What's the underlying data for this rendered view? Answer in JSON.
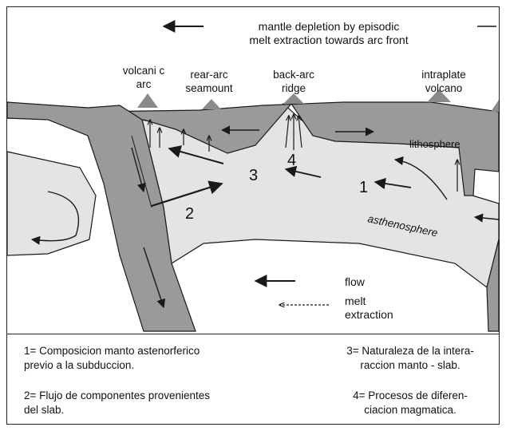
{
  "diagram": {
    "header_line1": "mantle depletion by episodic",
    "header_line2": "melt extraction towards arc front",
    "labels": {
      "volcanic_arc_1": "volcani c",
      "volcanic_arc_2": "arc",
      "rear_arc_1": "rear-arc",
      "rear_arc_2": "seamount",
      "back_arc_1": "back-arc",
      "back_arc_2": "ridge",
      "intraplate_1": "intraplate",
      "intraplate_2": "volcano",
      "lithosphere": "lithosphere",
      "asthenosphere": "asthenosphere",
      "flow": "flow",
      "melt_1": "melt",
      "melt_2": "extraction"
    },
    "numbers": {
      "n1": "1",
      "n2": "2",
      "n3": "3",
      "n4": "4"
    },
    "colors": {
      "dark": "#9a9a9a",
      "light": "#e4e4e4",
      "line": "#1a1a1a"
    }
  },
  "legend": {
    "item1_line1": "1= Composicion manto astenorferico",
    "item1_line2": "previo a la subduccion.",
    "item2_line1": "2= Flujo de componentes provenientes",
    "item2_line2": "del slab.",
    "item3_line1": "3= Naturaleza de la intera-",
    "item3_line2": "raccion manto - slab.",
    "item4_line1": "4= Procesos de diferen-",
    "item4_line2": "ciacion magmatica."
  }
}
